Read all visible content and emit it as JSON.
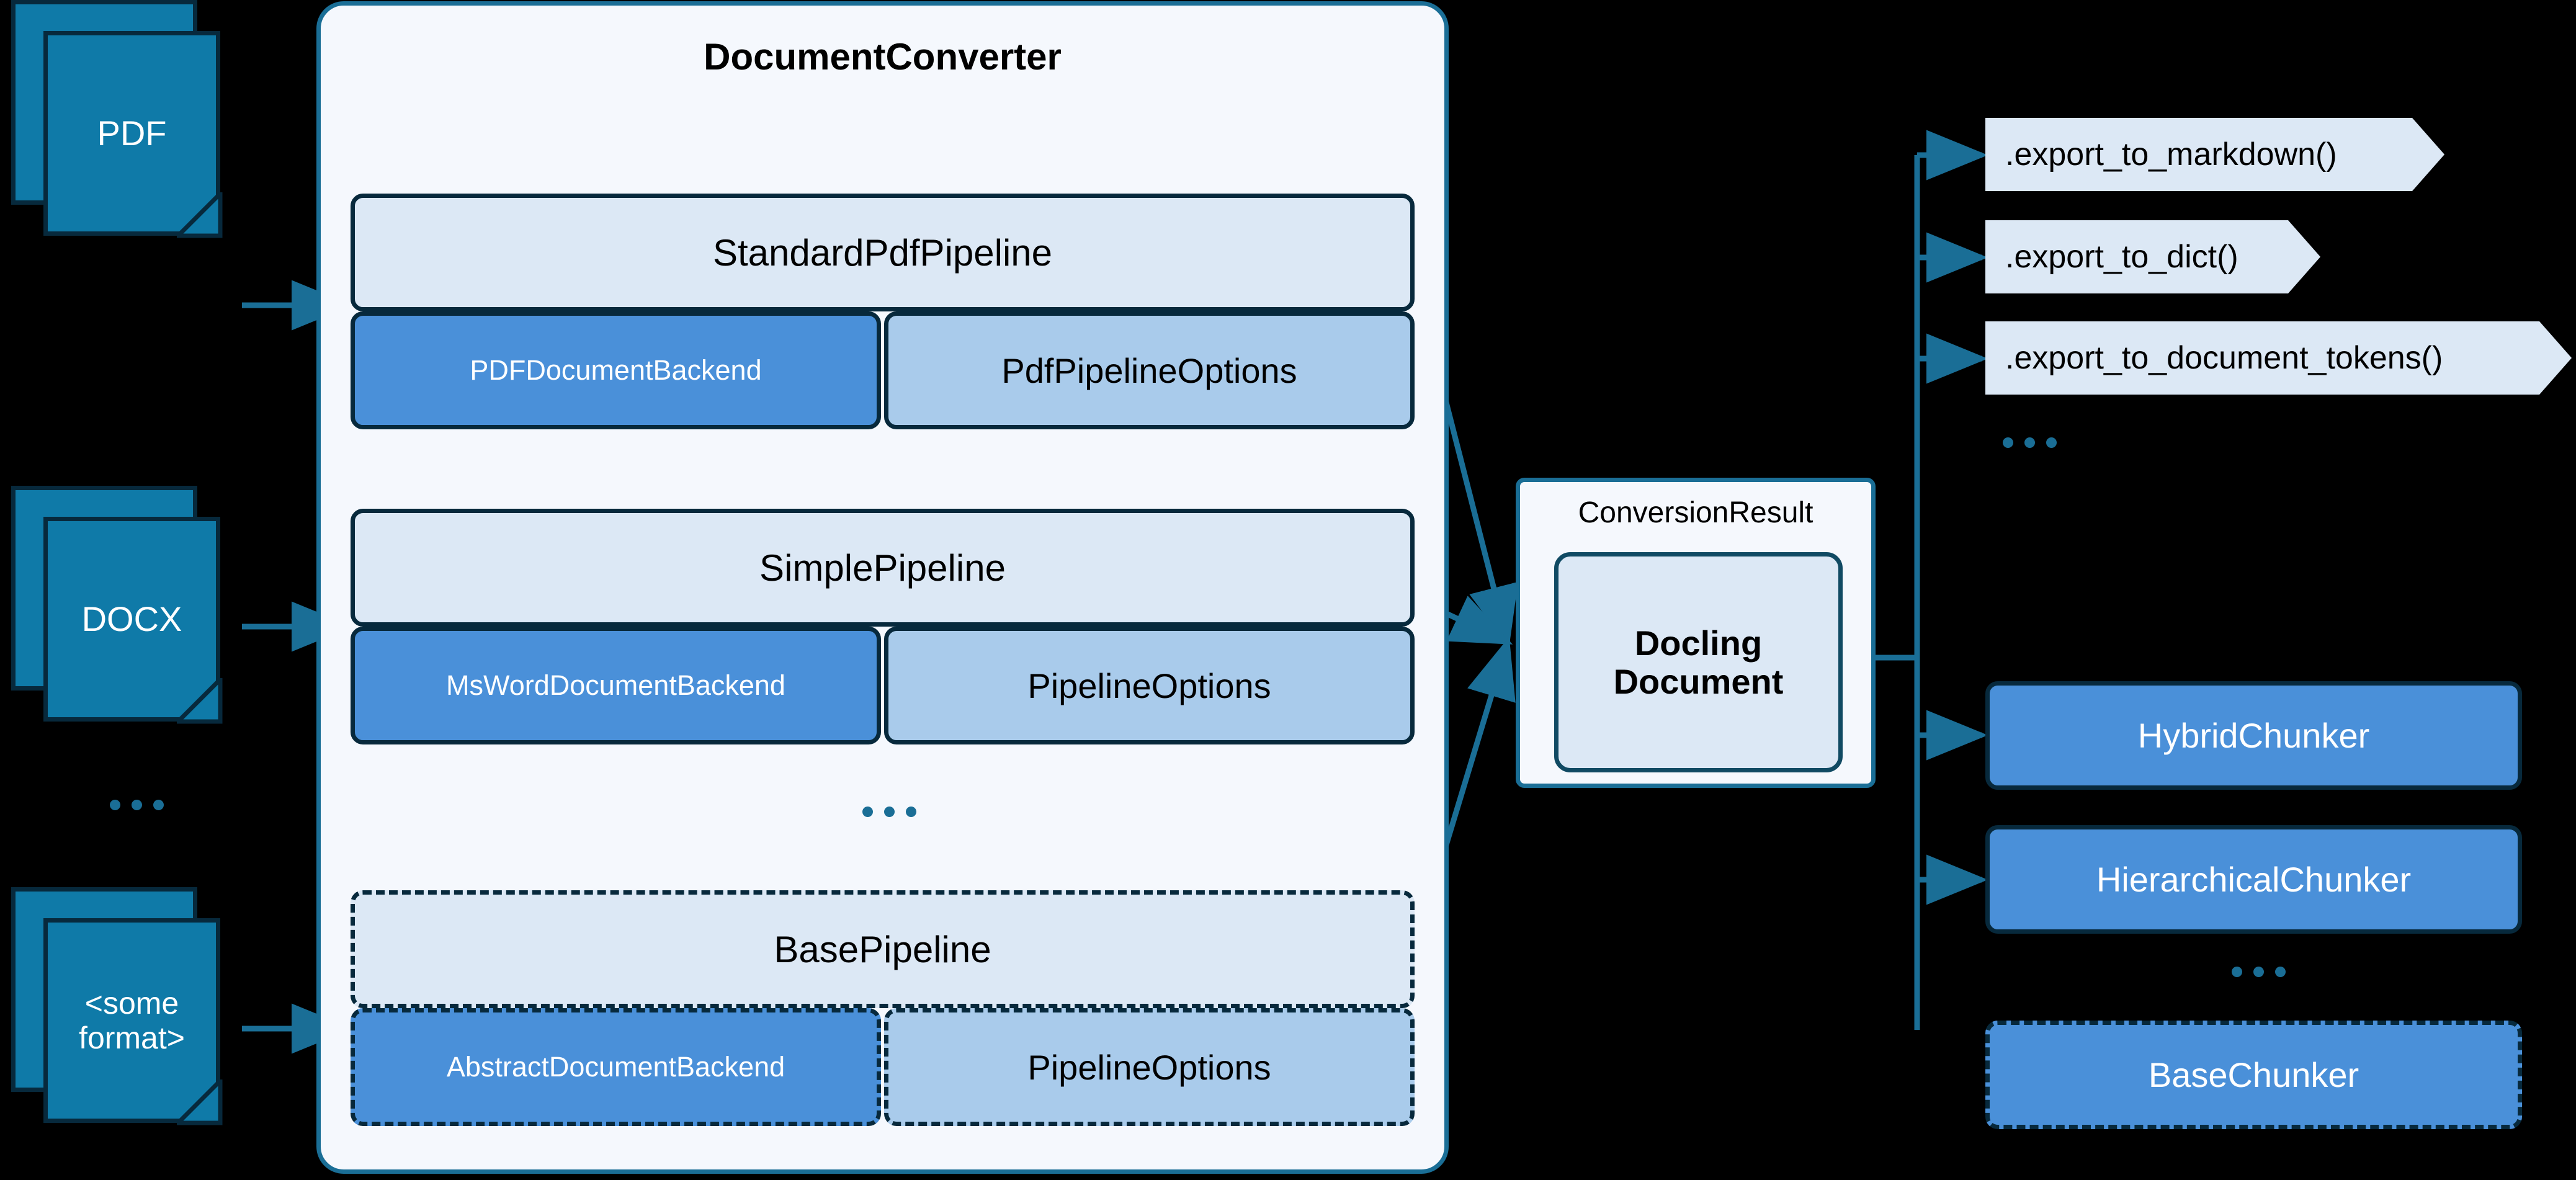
{
  "inputs": {
    "items": [
      {
        "label": "PDF"
      },
      {
        "label": "DOCX"
      },
      {
        "label": "<some format>"
      }
    ],
    "ellipsis": "..."
  },
  "converter": {
    "title": "DocumentConverter",
    "ellipsis": "...",
    "pipelines": [
      {
        "name": "StandardPdfPipeline",
        "backend": "PDFDocumentBackend",
        "options": "PdfPipelineOptions",
        "style": "solid"
      },
      {
        "name": "SimplePipeline",
        "backend": "MsWordDocumentBackend",
        "options": "PipelineOptions",
        "style": "solid"
      },
      {
        "name": "BasePipeline",
        "backend": "AbstractDocumentBackend",
        "options": "PipelineOptions",
        "style": "dashed"
      }
    ]
  },
  "conversion_result": {
    "label": "ConversionResult",
    "document_line1": "Docling",
    "document_line2": "Document"
  },
  "exports": {
    "items": [
      {
        "label": ".export_to_markdown()"
      },
      {
        "label": ".export_to_dict()"
      },
      {
        "label": ".export_to_document_tokens()"
      }
    ],
    "ellipsis": "..."
  },
  "chunkers": {
    "items": [
      {
        "label": "HybridChunker",
        "style": "solid"
      },
      {
        "label": "HierarchicalChunker",
        "style": "solid"
      },
      {
        "label": "BaseChunker",
        "style": "dashed"
      }
    ],
    "ellipsis": "..."
  },
  "colors": {
    "background": "#000000",
    "panel_bg": "#f5f8fd",
    "panel_border": "#1a6e96",
    "doc_fill": "#0f7aa8",
    "doc_border": "#07293c",
    "pipeline_fill": "#dce8f5",
    "backend_fill": "#4a90d9",
    "options_fill": "#a9cbeb",
    "box_border": "#07293c",
    "connector": "#1a6e96",
    "export_fill": "#dce8f5"
  }
}
